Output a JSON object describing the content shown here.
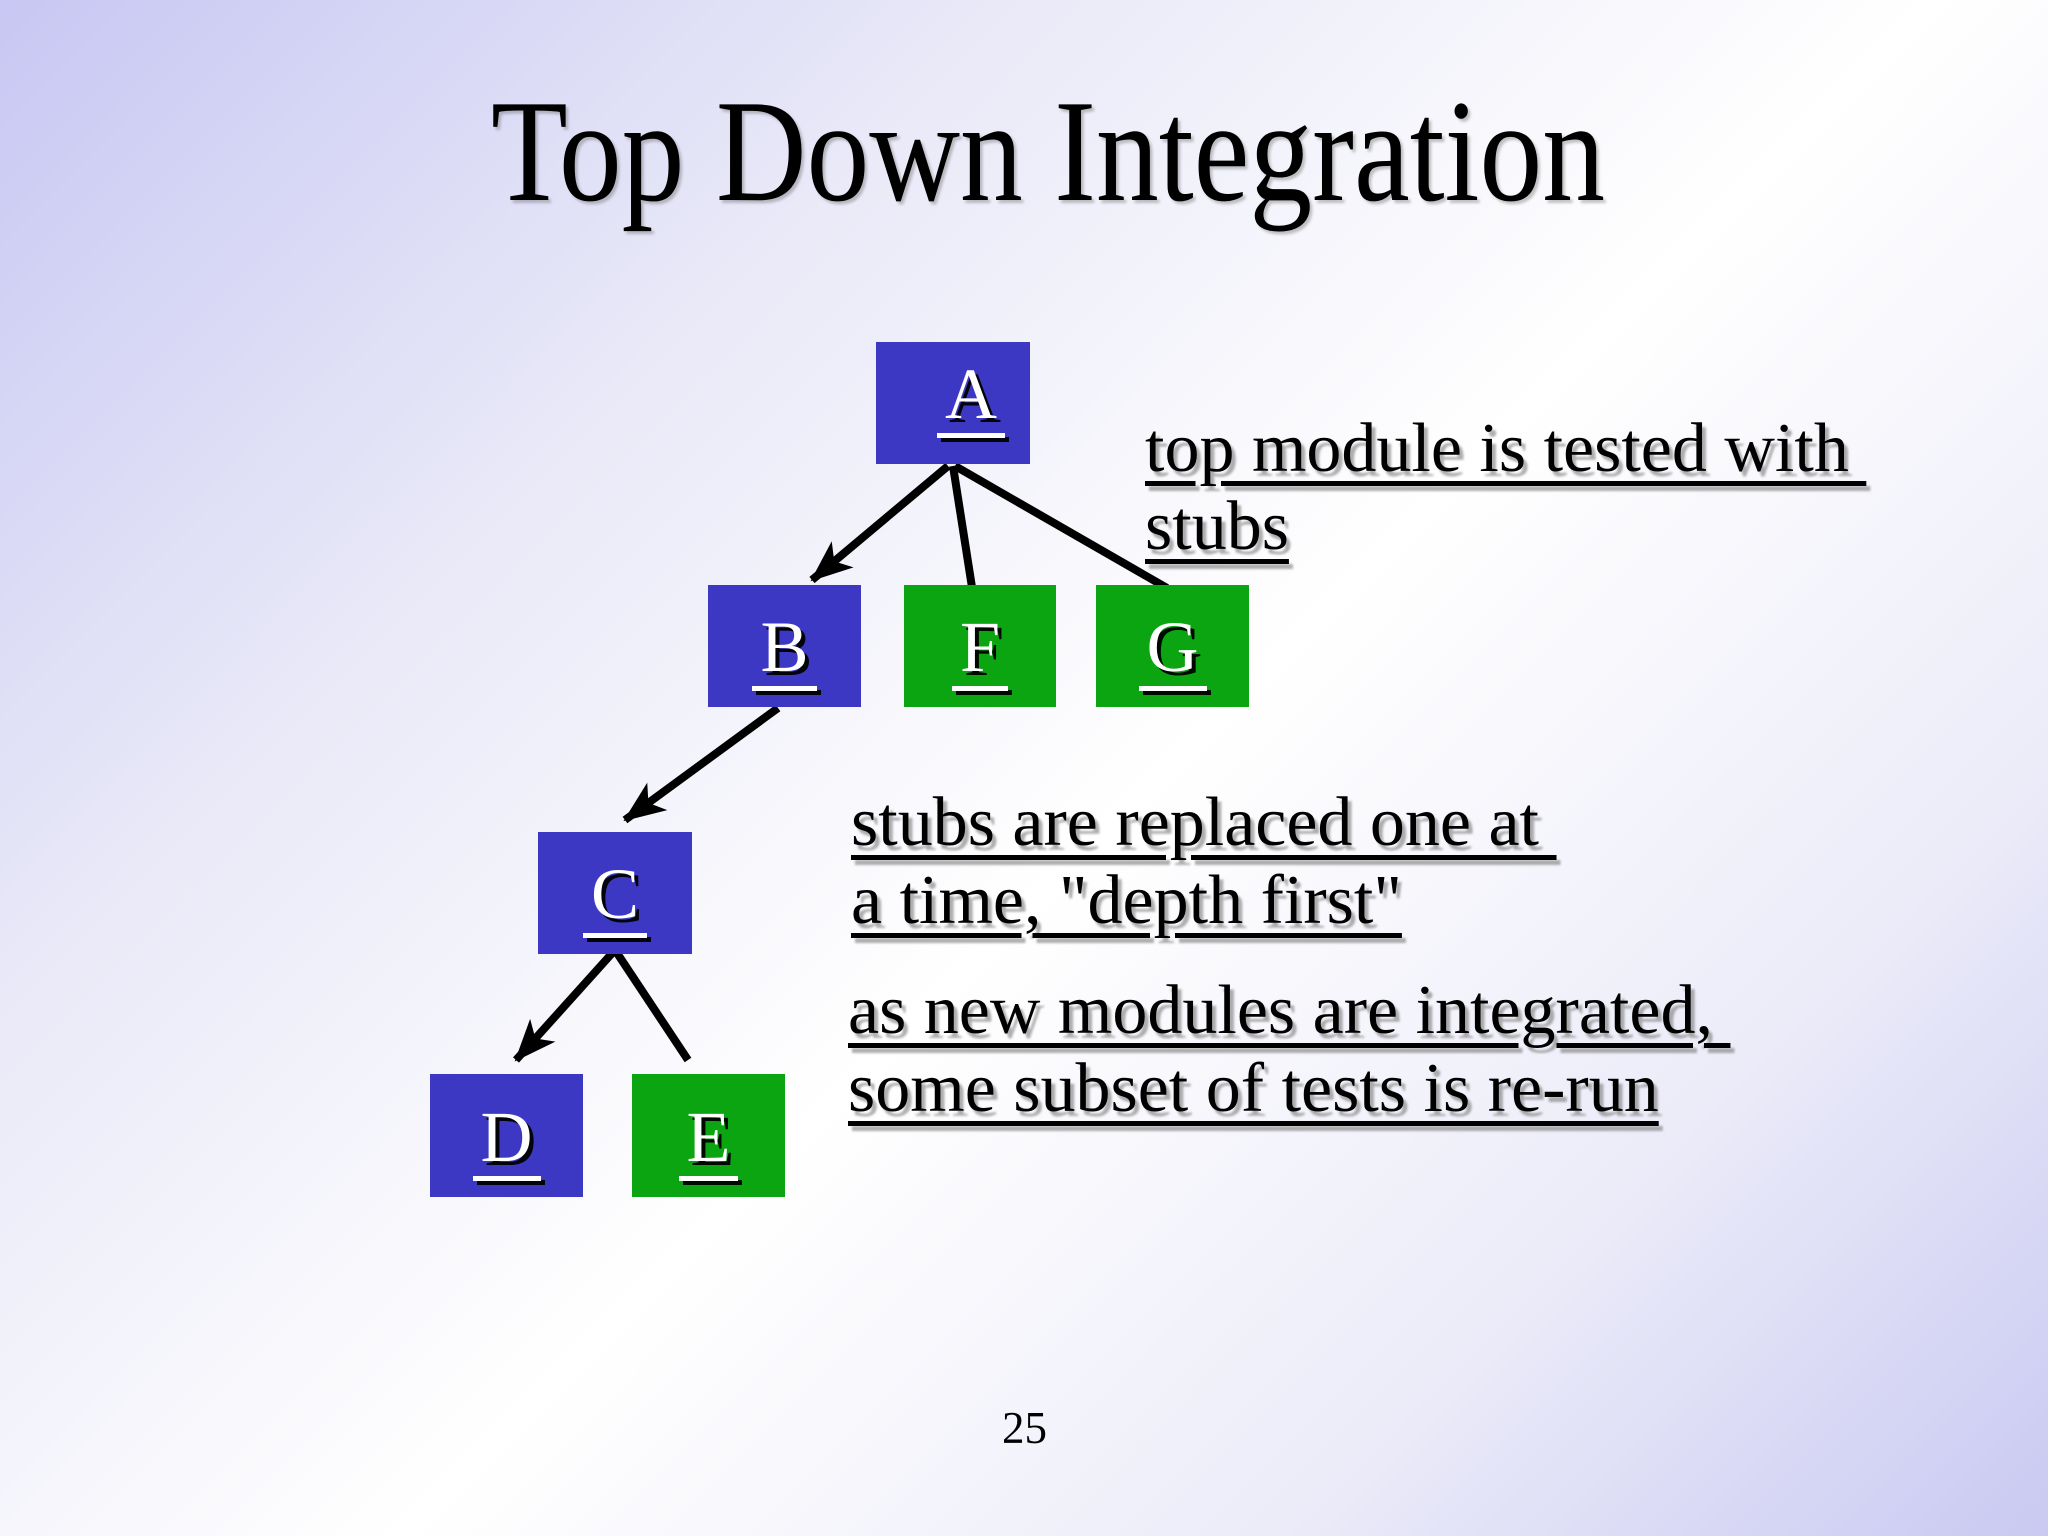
{
  "slide": {
    "title": "Top Down Integration",
    "page_number": "25"
  },
  "colors": {
    "tested_module": "#3d38c4",
    "stub_module": "#0ba511",
    "edge": "#000000",
    "text": "#000000",
    "node_letter": "#ffffff",
    "background_edge": "#c7c7f3",
    "background_center": "#ffffff"
  },
  "tree": {
    "nodes": {
      "A": {
        "label": "A",
        "kind": "tested"
      },
      "B": {
        "label": "B",
        "kind": "tested"
      },
      "F": {
        "label": "F",
        "kind": "stub"
      },
      "G": {
        "label": "G",
        "kind": "stub"
      },
      "C": {
        "label": "C",
        "kind": "tested"
      },
      "D": {
        "label": "D",
        "kind": "tested"
      },
      "E": {
        "label": "E",
        "kind": "stub"
      }
    },
    "edges": [
      {
        "from": "A",
        "to": "B",
        "arrow": true
      },
      {
        "from": "A",
        "to": "F",
        "arrow": false
      },
      {
        "from": "A",
        "to": "G",
        "arrow": false
      },
      {
        "from": "B",
        "to": "C",
        "arrow": true
      },
      {
        "from": "C",
        "to": "D",
        "arrow": true
      },
      {
        "from": "C",
        "to": "E",
        "arrow": false
      }
    ]
  },
  "annotations": [
    {
      "lines": [
        "top module is tested with ",
        "stubs"
      ]
    },
    {
      "lines": [
        "stubs are replaced one at ",
        "a time, \"depth first\""
      ]
    },
    {
      "lines": [
        "as new modules are integrated, ",
        "some subset of tests is re-run"
      ]
    }
  ]
}
